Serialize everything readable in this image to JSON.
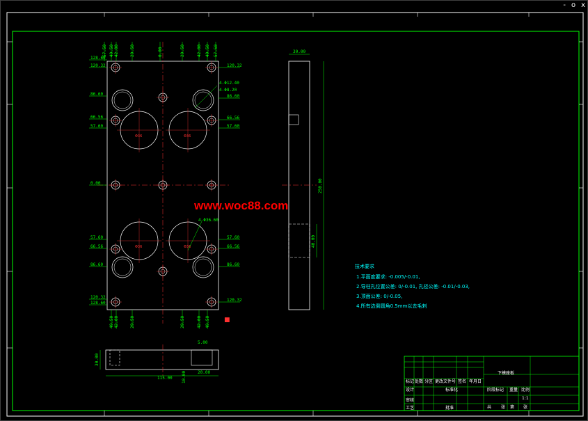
{
  "window": {
    "controls": [
      "-",
      "o",
      "x"
    ]
  },
  "watermark": "www.woc88.com",
  "top_view": {
    "dims_top": [
      "57.50",
      "49.50",
      "42.00",
      "29.50",
      "0.00",
      "29.50",
      "42.00",
      "49.50",
      "57.50"
    ],
    "dims_bottom": [
      "49.50",
      "42.00",
      "29.50",
      "29.50",
      "42.00",
      "49.50"
    ],
    "dims_left": [
      "128.60",
      "120.32",
      "86.60",
      "66.56",
      "57.60",
      "0.00",
      "57.60",
      "66.56",
      "86.60",
      "120.32",
      "128.60"
    ],
    "dims_right": [
      "120.32",
      "86.60",
      "66.56",
      "57.60",
      "57.60",
      "66.56",
      "86.60",
      "120.32"
    ],
    "hole_notes": [
      "4-Φ12.40",
      "4-Φ8.20",
      "4-Φ36.60"
    ],
    "circle_label": "Φ36"
  },
  "side_view": {
    "width_dim": "30.00",
    "height_dim": "250.00",
    "inner_dim": "40.00"
  },
  "bottom_view": {
    "length_dim": "115.00",
    "height_dim": "30.00",
    "small_dims": [
      "5.00",
      "10.00",
      "20.00"
    ]
  },
  "notes": {
    "title": "技术要求",
    "items": [
      "1.平面度要求: -0.005/-0.01,",
      "2.导柱孔位置公差: 0/-0.01, 孔径公差: -0.01/-0.03,",
      "3.顶面公差: 0/-0.05,",
      "4.所有边倒圆角0.5mm以去毛刺"
    ]
  },
  "title_block": {
    "part_name": "下模座板",
    "headers": [
      "标记",
      "处数",
      "分区",
      "更改文件号",
      "签名",
      "年月日"
    ],
    "row2": [
      "设计",
      "",
      "标准化"
    ],
    "labels": [
      "阶段标记",
      "重量",
      "比例"
    ],
    "scale": "1:1",
    "sheet": [
      "共",
      "张",
      "第",
      "张"
    ],
    "bottom_labels": [
      "审核",
      "工艺",
      "批准"
    ]
  }
}
